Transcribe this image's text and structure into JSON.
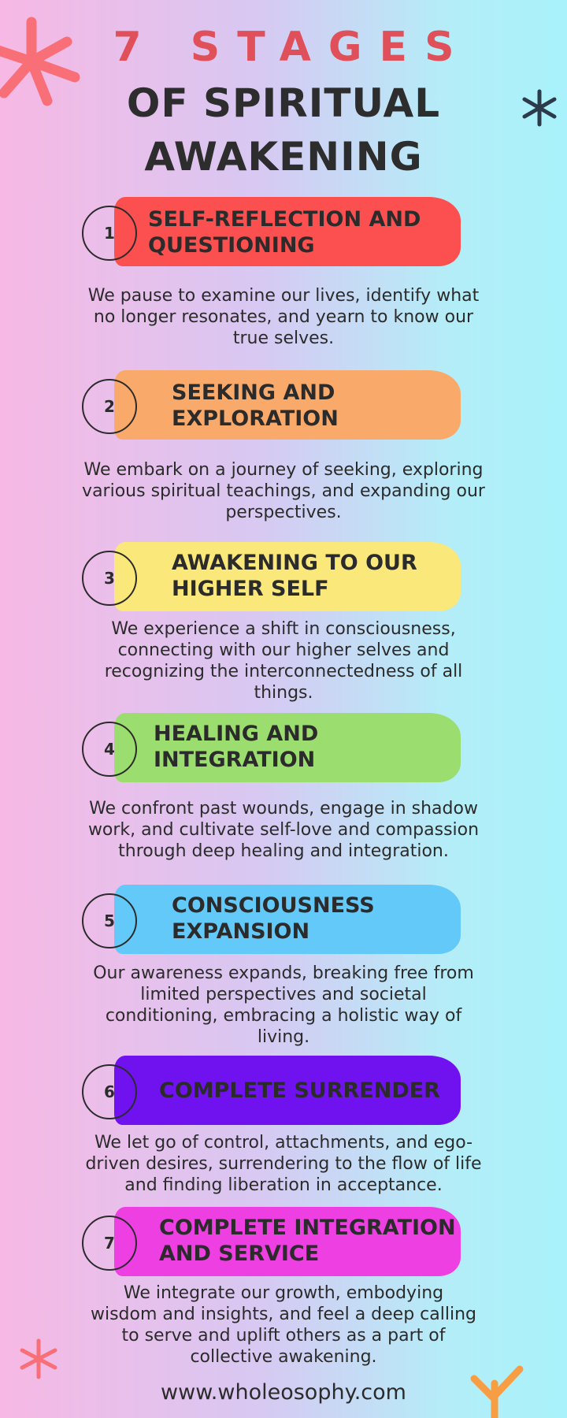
{
  "title": {
    "main": "7 STAGES",
    "line1": "OF SPIRITUAL",
    "line2": "AWAKENING"
  },
  "colors": {
    "stage1": "#fc5050",
    "stage2": "#f9a96a",
    "stage3": "#fbe87b",
    "stage4": "#9bdd6e",
    "stage5": "#62c9f9",
    "stage6": "#7012f0",
    "stage7": "#ee3fe3",
    "title_accent": "#e0505a"
  },
  "icons": [
    "starburst-icon",
    "asterisk-icon",
    "small-starburst-icon",
    "sprout-icon"
  ],
  "stages": [
    {
      "number": "1",
      "title_line1": "SELF-REFLECTION AND",
      "title_line2": "QUESTIONING",
      "desc_line1": "We pause to examine our lives, identify what",
      "desc_line2": "no longer resonates, and yearn to know our",
      "desc_line3": "true selves."
    },
    {
      "number": "2",
      "title_line1": "SEEKING AND",
      "title_line2": "EXPLORATION",
      "desc_line1": "We embark on a journey of seeking, exploring",
      "desc_line2": "various spiritual teachings, and expanding our",
      "desc_line3": "perspectives."
    },
    {
      "number": "3",
      "title_line1": "AWAKENING TO OUR",
      "title_line2": "HIGHER SELF",
      "desc_line1": "We experience a shift in consciousness,",
      "desc_line2": "connecting with our higher selves and",
      "desc_line3": "recognizing the interconnectedness of all",
      "desc_line4": "things."
    },
    {
      "number": "4",
      "title_line1": "HEALING AND",
      "title_line2": "INTEGRATION",
      "desc_line1": "We confront past wounds, engage in shadow",
      "desc_line2": "work, and cultivate self-love and compassion",
      "desc_line3": "through deep healing and integration."
    },
    {
      "number": "5",
      "title_line1": "CONSCIOUSNESS",
      "title_line2": "EXPANSION",
      "desc_line1": "Our awareness expands, breaking free from",
      "desc_line2": "limited perspectives and societal",
      "desc_line3": "conditioning, embracing a holistic way of",
      "desc_line4": "living."
    },
    {
      "number": "6",
      "title_line1": "COMPLETE SURRENDER",
      "desc_line1": "We let go of control, attachments, and ego-",
      "desc_line2": "driven desires, surrendering to the flow of life",
      "desc_line3": "and finding liberation in acceptance."
    },
    {
      "number": "7",
      "title_line1": "COMPLETE INTEGRATION",
      "title_line2": "AND SERVICE",
      "desc_line1": "We integrate our growth, embodying",
      "desc_line2": "wisdom and insights, and feel a deep calling",
      "desc_line3": "to serve and uplift others as a part of",
      "desc_line4": "collective awakening."
    }
  ],
  "footer": {
    "website": "www.wholeosophy.com"
  }
}
